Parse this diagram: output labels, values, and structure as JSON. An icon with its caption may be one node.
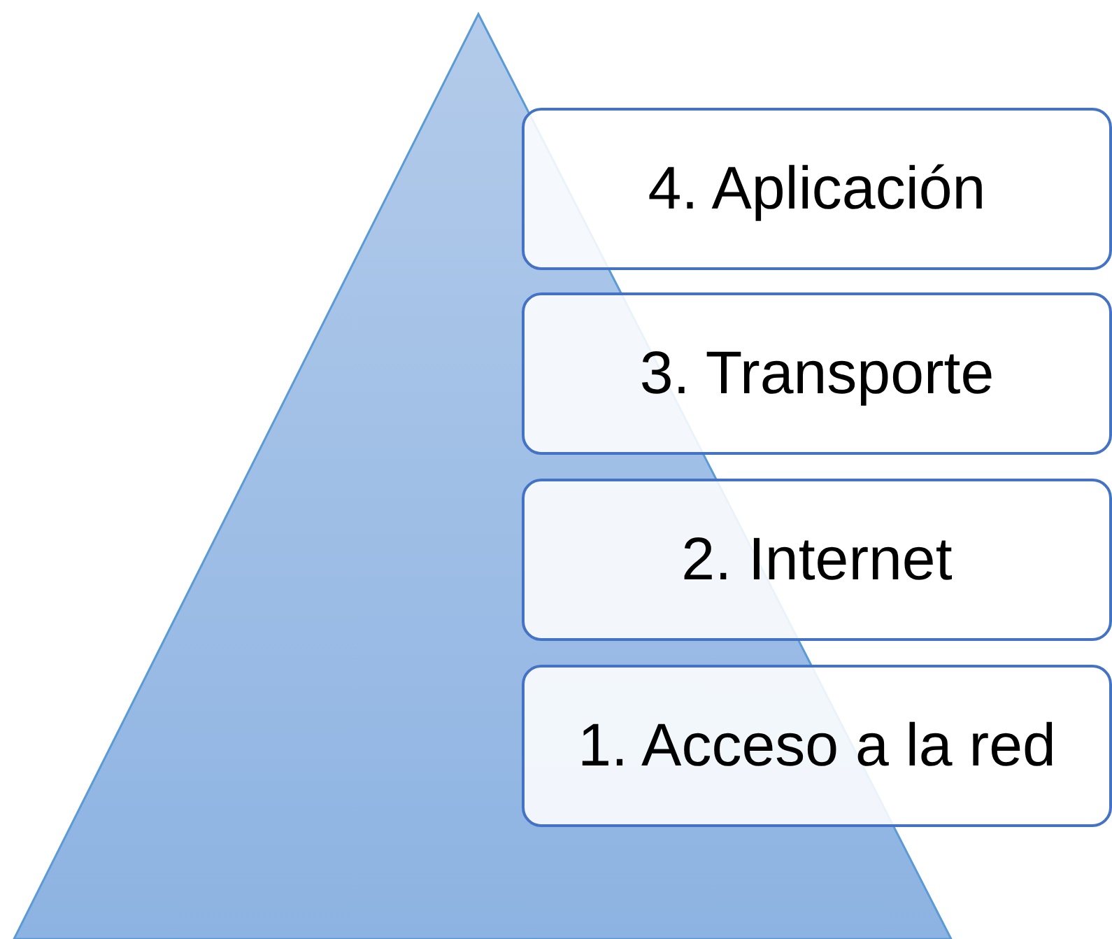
{
  "diagram": {
    "nodes": [
      {
        "text": [
          "4. Aplicación"
        ]
      },
      {
        "text": [
          "3. Transporte"
        ]
      },
      {
        "text": [
          "2. Internet"
        ]
      },
      {
        "text": [
          "1. Acceso a la red"
        ]
      }
    ]
  }
}
